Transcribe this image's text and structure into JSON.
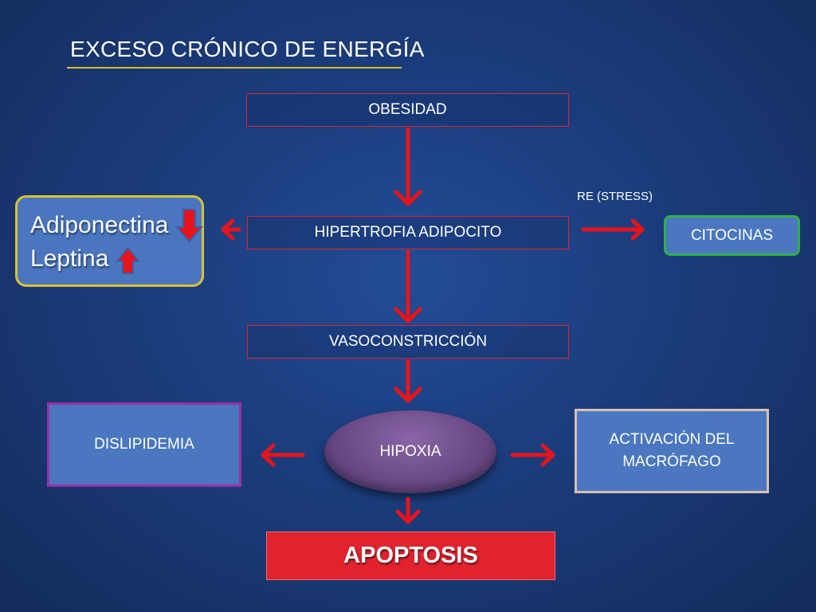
{
  "title": "EXCESO CRÓNICO DE ENERGÍA",
  "nodes": {
    "obesidad": "OBESIDAD",
    "hipertrofia": "HIPERTROFIA ADIPOCITO",
    "vasoconstriccion": "VASOCONSTRICCIÓN",
    "hipoxia": "HIPOXIA",
    "apoptosis": "APOPTOSIS",
    "dislipidemia": "DISLIPIDEMIA",
    "macrofago": "ACTIVACIÓN DEL MACRÓFAGO",
    "citocinas": "CITOCINAS"
  },
  "adipokines": {
    "adiponectina": {
      "label": "Adiponectina",
      "direction": "down"
    },
    "leptina": {
      "label": "Leptina",
      "direction": "up"
    }
  },
  "edge_labels": {
    "stress": "RE (STRESS)"
  },
  "colors": {
    "background": "#1b3c7c",
    "arrow": "#e8141c",
    "title_rule": "#d6c028",
    "box_fill": "#4a77bf",
    "apoptosis_fill": "#e0232f",
    "hipoxia_fill": "#6a4a86",
    "citocinas_border": "#2fb24a",
    "dislipidemia_border": "#9a2fa6",
    "adipo_border": "#d9c233"
  }
}
